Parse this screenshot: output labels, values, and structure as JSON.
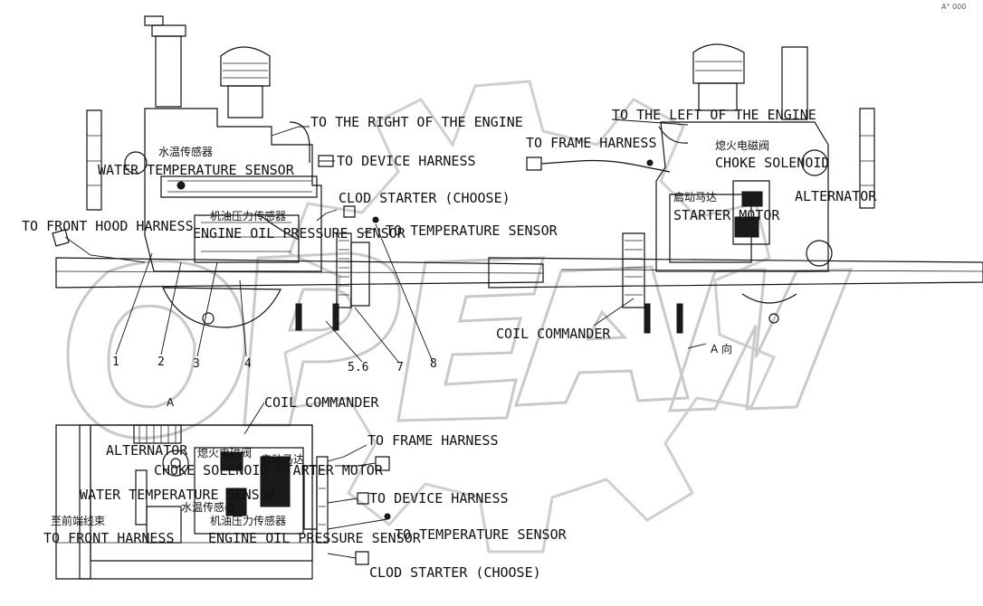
{
  "corner_mark": "A° 000",
  "colors": {
    "line": "#111111",
    "watermark": "#cfcfcf",
    "background": "#ffffff"
  },
  "left_view": {
    "labels": {
      "to_right_of_engine": "TO THE RIGHT OF THE ENGINE",
      "water_temp_cn": "水温传感器",
      "water_temp": "WATER TEMPERATURE SENSOR",
      "to_device_harness": "TO DEVICE HARNESS",
      "clod_starter": "CLOD STARTER (CHOOSE)",
      "to_front_hood_harness": "TO FRONT HOOD HARNESS",
      "oil_pressure_cn": "机油压力传感器",
      "oil_pressure": "ENGINE OIL PRESSURE SENSOR",
      "to_temperature_sensor": "TO TEMPERATURE SENSOR"
    },
    "callouts": [
      "1",
      "2",
      "3",
      "4",
      "5.6",
      "7",
      "8"
    ]
  },
  "right_view": {
    "labels": {
      "to_left_of_engine": "TO THE LEFT OF THE ENGINE",
      "to_frame_harness": "TO FRAME HARNESS",
      "choke_cn": "熄火电磁阀",
      "choke_solenoid": "CHOKE SOLENOID",
      "starter_cn": "启动马达",
      "starter": "STARTER MOTOR",
      "alternator": "ALTERNATOR",
      "coil_commander": "COIL COMMANDER",
      "view_mark": "A 向"
    }
  },
  "bottom_view": {
    "labels": {
      "view_a": "A",
      "coil_commander": "COIL COMMANDER",
      "to_frame_harness": "TO FRAME HARNESS",
      "alternator": "ALTERNATOR",
      "choke_cn": "熄火电磁阀",
      "starter_cn": "启动马达",
      "choke_starter": "CHOKE SOLENOID STARTER MOTOR",
      "water_temp": "WATER TEMPERATURE SENSOR",
      "water_temp_cn": "水温传感器",
      "to_device_harness": "TO DEVICE HARNESS",
      "front_harness_cn": "至前端线束",
      "oil_pressure_cn": "机油压力传感器",
      "to_front_harness": "TO FRONT HARNESS",
      "oil_pressure": "ENGINE OIL PRESSURE SENSOR",
      "to_temperature_sensor": "TO TEMPERATURE SENSOR",
      "clod_starter": "CLOD STARTER (CHOOSE)"
    }
  }
}
